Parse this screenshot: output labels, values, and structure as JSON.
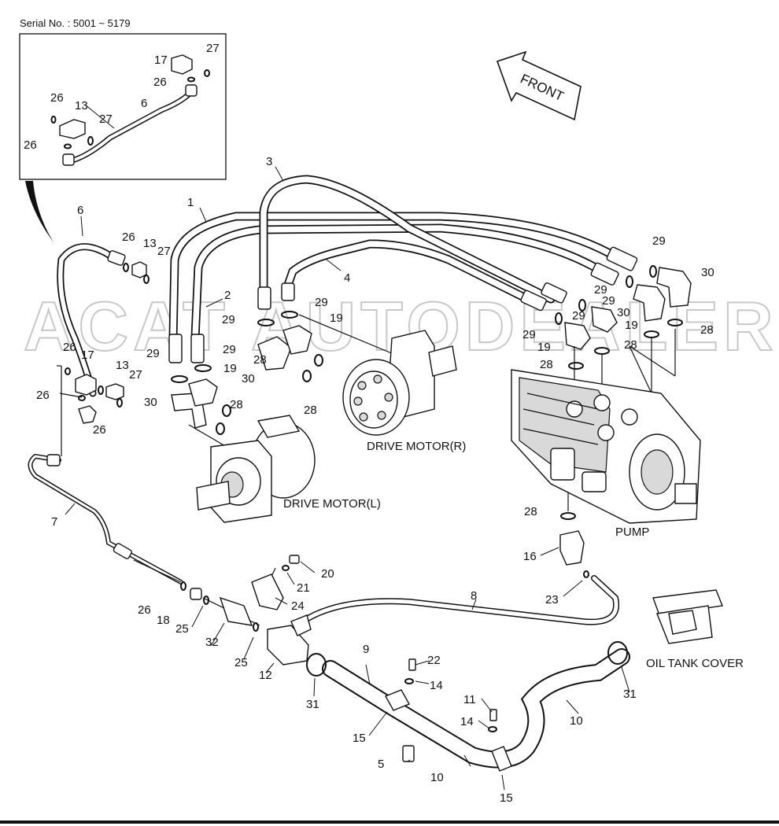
{
  "serial": "Serial No. : 5001 ~ 5179",
  "front_label": "FRONT",
  "watermark": "ACAT AUTODEALER.RU",
  "captions": {
    "drive_motor_r": "DRIVE MOTOR(R)",
    "drive_motor_l": "DRIVE MOTOR(L)",
    "pump": "PUMP",
    "oil_tank_cover": "OIL TANK COVER"
  },
  "part_numbers": {
    "p1": "1",
    "p2": "2",
    "p3": "3",
    "p4": "4",
    "p5": "5",
    "p6": "6",
    "p7": "7",
    "p8": "8",
    "p9": "9",
    "p10": "10",
    "p11": "11",
    "p12": "12",
    "p13": "13",
    "p14": "14",
    "p15": "15",
    "p16": "16",
    "p17": "17",
    "p18": "18",
    "p19": "19",
    "p20": "20",
    "p21": "21",
    "p22": "22",
    "p23": "23",
    "p24": "24",
    "p25": "25",
    "p26": "26",
    "p27": "27",
    "p28": "28",
    "p29": "29",
    "p30": "30",
    "p31": "31",
    "p32": "32"
  }
}
